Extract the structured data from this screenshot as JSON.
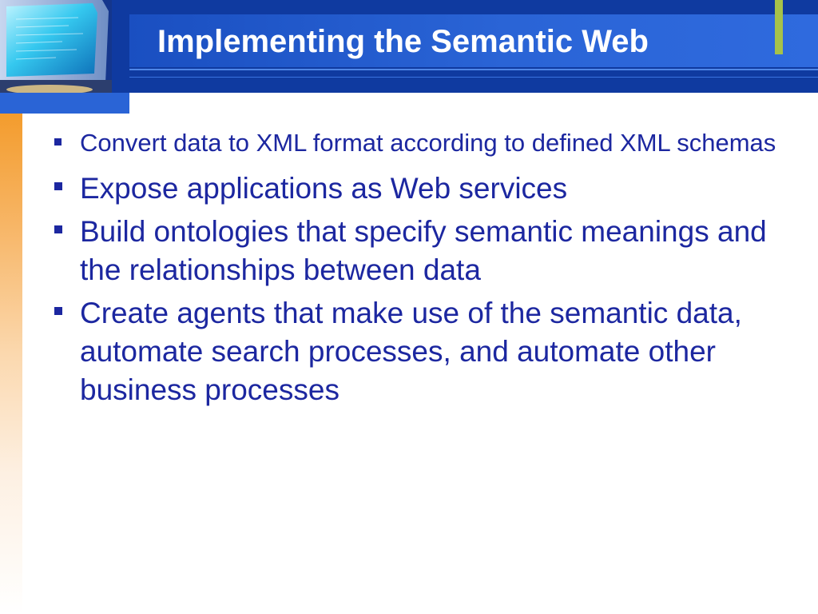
{
  "slide": {
    "title": "Implementing the Semantic Web",
    "bullets": [
      {
        "text": "Convert data to XML format according to defined XML schemas"
      },
      {
        "text": "Expose applications as Web services"
      },
      {
        "text": "Build ontologies that specify semantic meanings and the relationships between data"
      },
      {
        "text": "Create agents that make use of the semantic data, automate search processes, and automate other business processes"
      }
    ]
  },
  "colors": {
    "header_blue": "#0f3aa0",
    "header_gradient": "#2a64d6",
    "text_blue": "#1c27a0",
    "accent_green": "#a6c24a",
    "side_orange": "#f39c2d"
  },
  "icons": {
    "header_image": "computer-monitor-photo",
    "bullet_marker": "square-bullet-icon"
  }
}
